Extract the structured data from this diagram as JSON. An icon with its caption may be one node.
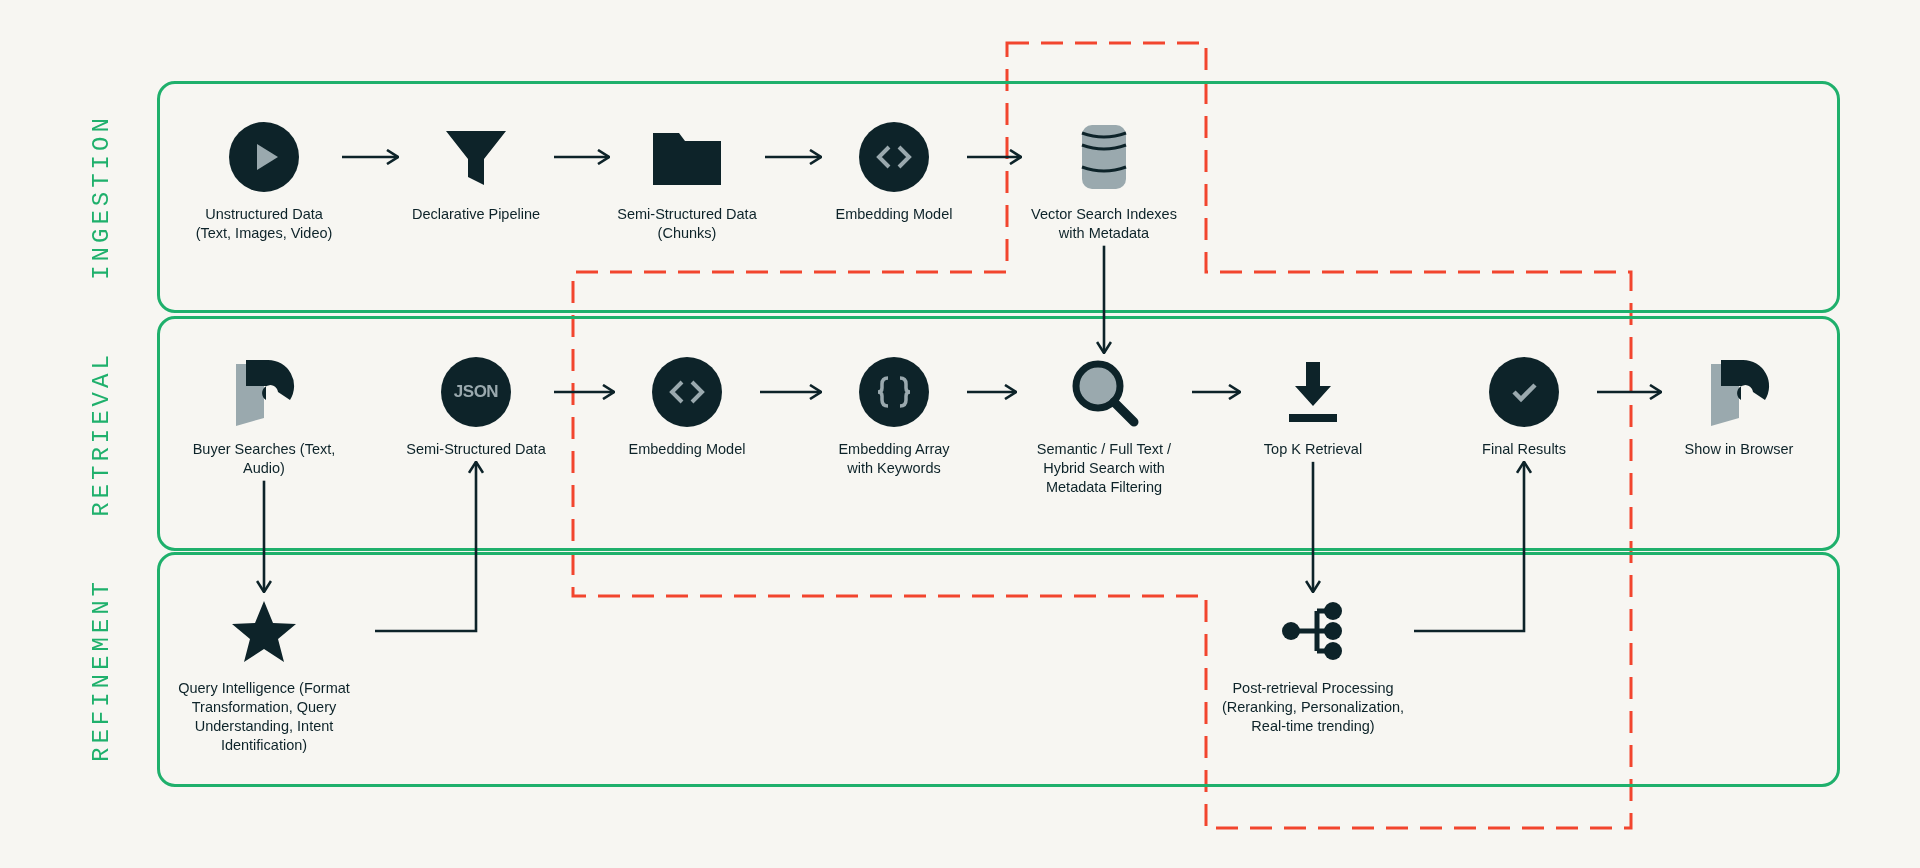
{
  "diagram": {
    "nodes": [
      {
        "text": [
          "INGESTION"
        ]
      },
      {
        "text": [
          "Unstructured Data (Text, Images, Video)"
        ],
        "in": 0
      },
      {
        "text": [
          "Declarative Pipeline"
        ],
        "in": 0
      },
      {
        "text": [
          "Semi-Structured Data (Chunks)"
        ],
        "in": 0
      },
      {
        "text": [
          "Embedding Model"
        ],
        "in": 0
      },
      {
        "text": [
          "Vector Search Indexes with Metadata"
        ],
        "in": 0
      },
      {
        "text": [
          "RETRIEVAL"
        ]
      },
      {
        "text": [
          "Buyer Searches (Text, Audio)"
        ],
        "in": 6
      },
      {
        "text": [
          "JSON",
          "Semi-Structured Data"
        ],
        "in": 6
      },
      {
        "text": [
          "Embedding Model"
        ],
        "in": 6
      },
      {
        "text": [
          "Embedding Array with Keywords"
        ],
        "in": 6
      },
      {
        "text": [
          "Semantic / Full Text / Hybrid Search with Metadata Filtering"
        ],
        "in": 6
      },
      {
        "text": [
          "Top K Retrieval"
        ],
        "in": 6
      },
      {
        "text": [
          "Final Results"
        ],
        "in": 6
      },
      {
        "text": [
          "Show in Browser"
        ],
        "in": 6
      },
      {
        "text": [
          "REFINEMENT"
        ]
      },
      {
        "text": [
          "Query Intelligence (Format Transformation, Query Understanding, Intent Identification)"
        ],
        "in": 15
      },
      {
        "text": [
          "Post-retrieval Processing (Reranking, Personalization, Real-time trending)"
        ],
        "in": 15
      }
    ],
    "edges": [
      {
        "from": 1,
        "to": 2,
        "arrow": "to"
      },
      {
        "from": 2,
        "to": 3,
        "arrow": "to"
      },
      {
        "from": 3,
        "to": 4,
        "arrow": "to"
      },
      {
        "from": 4,
        "to": 5,
        "arrow": "to"
      },
      {
        "from": 5,
        "to": 11,
        "arrow": "to"
      },
      {
        "from": 7,
        "to": 16,
        "arrow": "to"
      },
      {
        "from": 16,
        "to": 8,
        "arrow": "to"
      },
      {
        "from": 8,
        "to": 9,
        "arrow": "to"
      },
      {
        "from": 9,
        "to": 10,
        "arrow": "to"
      },
      {
        "from": 10,
        "to": 11,
        "arrow": "to"
      },
      {
        "from": 11,
        "to": 12,
        "arrow": "to"
      },
      {
        "from": 12,
        "to": 17,
        "arrow": "to"
      },
      {
        "from": 17,
        "to": 13,
        "arrow": "to"
      },
      {
        "from": 13,
        "to": 14,
        "arrow": "to"
      }
    ]
  }
}
